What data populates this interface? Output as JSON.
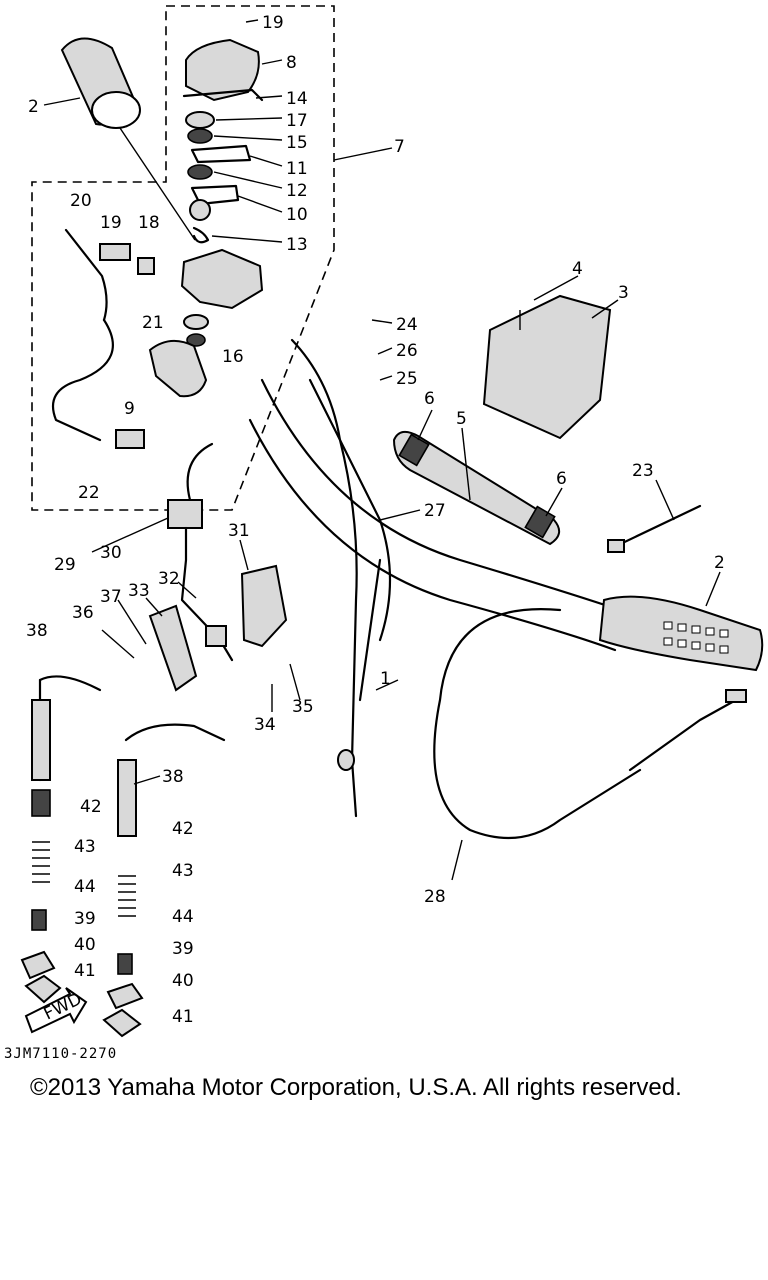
{
  "diagram": {
    "callouts": {
      "c1": "1",
      "c2a": "2",
      "c2b": "2",
      "c3": "3",
      "c4": "4",
      "c5": "5",
      "c6a": "6",
      "c6b": "6",
      "c7": "7",
      "c8": "8",
      "c9": "9",
      "c10": "10",
      "c11": "11",
      "c12": "12",
      "c13": "13",
      "c14": "14",
      "c15": "15",
      "c16": "16",
      "c17": "17",
      "c18": "18",
      "c19a": "19",
      "c19b": "19",
      "c20": "20",
      "c21": "21",
      "c22": "22",
      "c23": "23",
      "c24": "24",
      "c25": "25",
      "c26": "26",
      "c27": "27",
      "c28": "28",
      "c29": "29",
      "c30": "30",
      "c31": "31",
      "c32": "32",
      "c33": "33",
      "c34": "34",
      "c35": "35",
      "c36": "36",
      "c37": "37",
      "c38a": "38",
      "c38b": "38",
      "c39a": "39",
      "c39b": "39",
      "c40a": "40",
      "c40b": "40",
      "c41a": "41",
      "c41b": "41",
      "c42a": "42",
      "c42b": "42",
      "c43a": "43",
      "c43b": "43",
      "c44a": "44",
      "c44b": "44"
    },
    "fwd_label": "FWD"
  },
  "drawing_code": "3JM7110-2270",
  "copyright": "©2013 Yamaha Motor Corporation, U.S.A. All rights reserved."
}
